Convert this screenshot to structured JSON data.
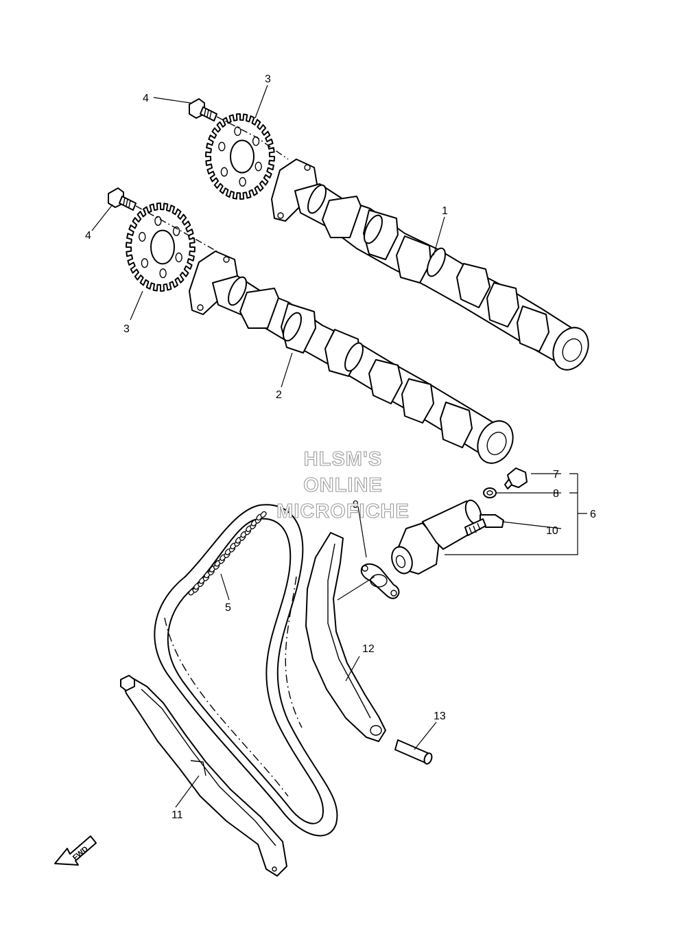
{
  "callouts": {
    "c1": "1",
    "c2": "2",
    "c3a": "3",
    "c3b": "3",
    "c4a": "4",
    "c4b": "4",
    "c5": "5",
    "c6": "6",
    "c7": "7",
    "c8": "8",
    "c9": "9",
    "c10": "10",
    "c11": "11",
    "c12": "12",
    "c13": "13"
  },
  "watermark": {
    "line1": "HLSM'S",
    "line2": "ONLINE",
    "line3": "MICROFICHE"
  },
  "fwd_label": "FWD"
}
